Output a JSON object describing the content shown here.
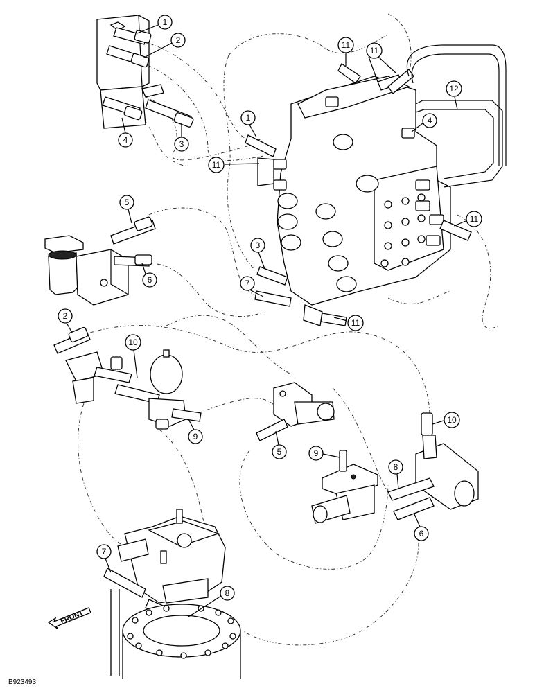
{
  "figure": {
    "code": "B923493",
    "front_label": "FRONT"
  },
  "callouts": [
    {
      "id": "c1a",
      "label": "1"
    },
    {
      "id": "c2a",
      "label": "2"
    },
    {
      "id": "c4a",
      "label": "4"
    },
    {
      "id": "c3a",
      "label": "3"
    },
    {
      "id": "c11a",
      "label": "11"
    },
    {
      "id": "c11b",
      "label": "11"
    },
    {
      "id": "c12",
      "label": "12"
    },
    {
      "id": "c1b",
      "label": "1"
    },
    {
      "id": "c4b",
      "label": "4"
    },
    {
      "id": "c11c",
      "label": "11"
    },
    {
      "id": "c5a",
      "label": "5"
    },
    {
      "id": "c6a",
      "label": "6"
    },
    {
      "id": "c11d",
      "label": "11"
    },
    {
      "id": "c3b",
      "label": "3"
    },
    {
      "id": "c7a",
      "label": "7"
    },
    {
      "id": "c11e",
      "label": "11"
    },
    {
      "id": "c2b",
      "label": "2"
    },
    {
      "id": "c10a",
      "label": "10"
    },
    {
      "id": "c9a",
      "label": "9"
    },
    {
      "id": "c5b",
      "label": "5"
    },
    {
      "id": "c9b",
      "label": "9"
    },
    {
      "id": "c10b",
      "label": "10"
    },
    {
      "id": "c8a",
      "label": "8"
    },
    {
      "id": "c6b",
      "label": "6"
    },
    {
      "id": "c7b",
      "label": "7"
    },
    {
      "id": "c8b",
      "label": "8"
    }
  ]
}
